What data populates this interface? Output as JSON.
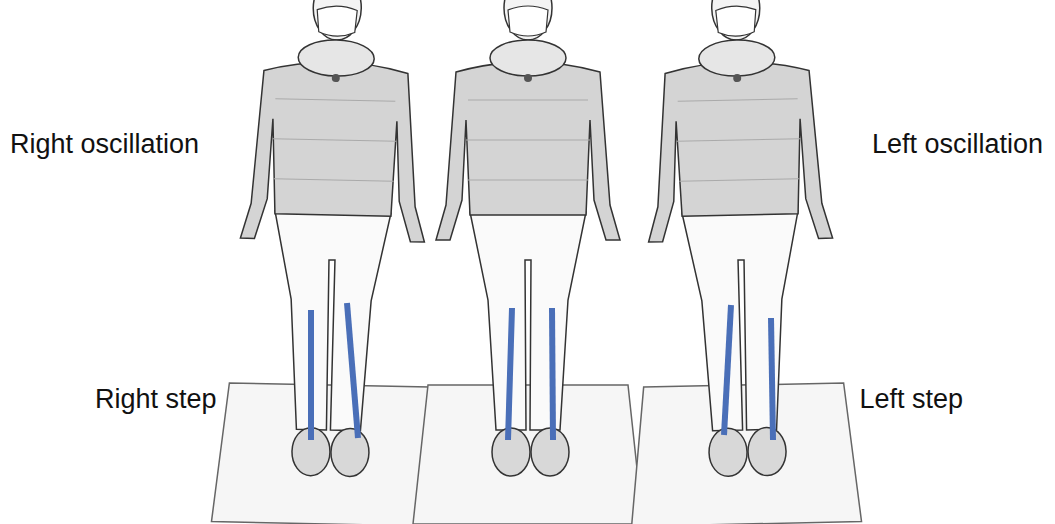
{
  "diagram": {
    "labels": [
      "Right oscillation",
      "Right step",
      "Left oscillation",
      "Left step"
    ]
  }
}
